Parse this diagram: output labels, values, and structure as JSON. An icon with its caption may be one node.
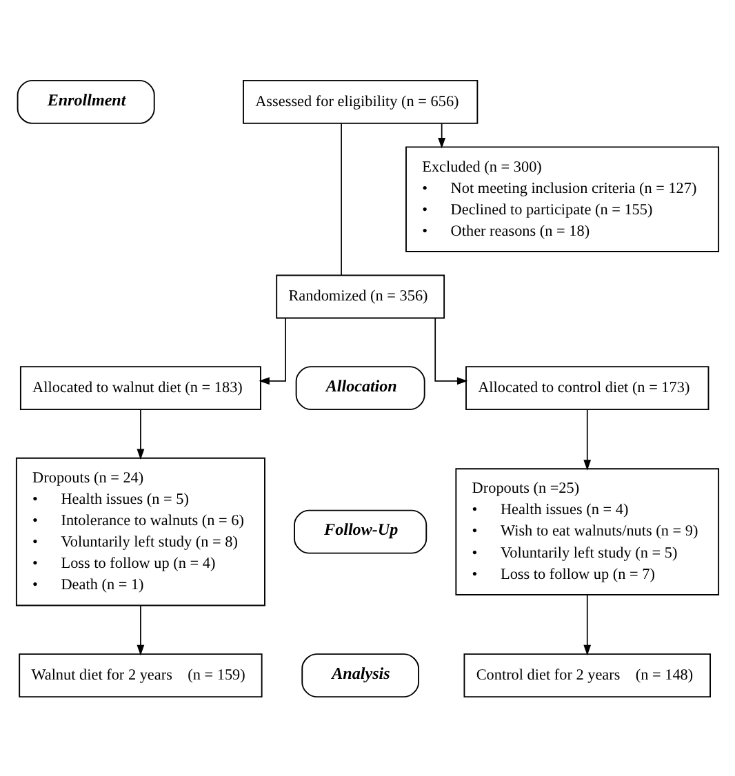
{
  "diagram": {
    "nodes": [
      {
        "text": [
          "Enrollment"
        ]
      },
      {
        "text": [
          "Assessed for eligibility (n = 656)"
        ]
      },
      {
        "text": [
          "Excluded (n = 300)",
          "• Not meeting inclusion criteria (n = 127)",
          "• Declined to participate (n = 155)",
          "• Other reasons (n = 18)"
        ]
      },
      {
        "text": [
          "Randomized (n = 356)"
        ]
      },
      {
        "text": [
          "Allocation"
        ]
      },
      {
        "text": [
          "Allocated to walnut diet (n = 183)"
        ]
      },
      {
        "text": [
          "Allocated to control diet (n = 173)"
        ]
      },
      {
        "text": [
          "Follow-Up"
        ]
      },
      {
        "text": [
          "Dropouts (n = 24)",
          "• Health issues (n = 5)",
          "• Intolerance to walnuts (n = 6)",
          "• Voluntarily left study (n = 8)",
          "• Loss to follow up (n = 4)",
          "• Death (n = 1)"
        ]
      },
      {
        "text": [
          "Dropouts (n =25)",
          "• Health issues (n = 4)",
          "• Wish to eat walnuts/nuts (n = 9)",
          "• Voluntarily left study (n = 5)",
          "• Loss to follow up (n = 7)"
        ]
      },
      {
        "text": [
          "Analysis"
        ]
      },
      {
        "text": [
          "Walnut diet for 2 years    (n = 159)"
        ]
      },
      {
        "text": [
          "Control diet for 2 years    (n = 148)"
        ]
      }
    ],
    "edges": [
      {
        "from": 1,
        "to": 3,
        "arrow": "none"
      },
      {
        "from": 1,
        "to": 2,
        "arrow": "to"
      },
      {
        "from": 3,
        "to": 5,
        "arrow": "to"
      },
      {
        "from": 3,
        "to": 6,
        "arrow": "to"
      },
      {
        "from": 5,
        "to": 8,
        "arrow": "to"
      },
      {
        "from": 6,
        "to": 9,
        "arrow": "to"
      },
      {
        "from": 8,
        "to": 11,
        "arrow": "to"
      },
      {
        "from": 9,
        "to": 12,
        "arrow": "to"
      }
    ]
  }
}
